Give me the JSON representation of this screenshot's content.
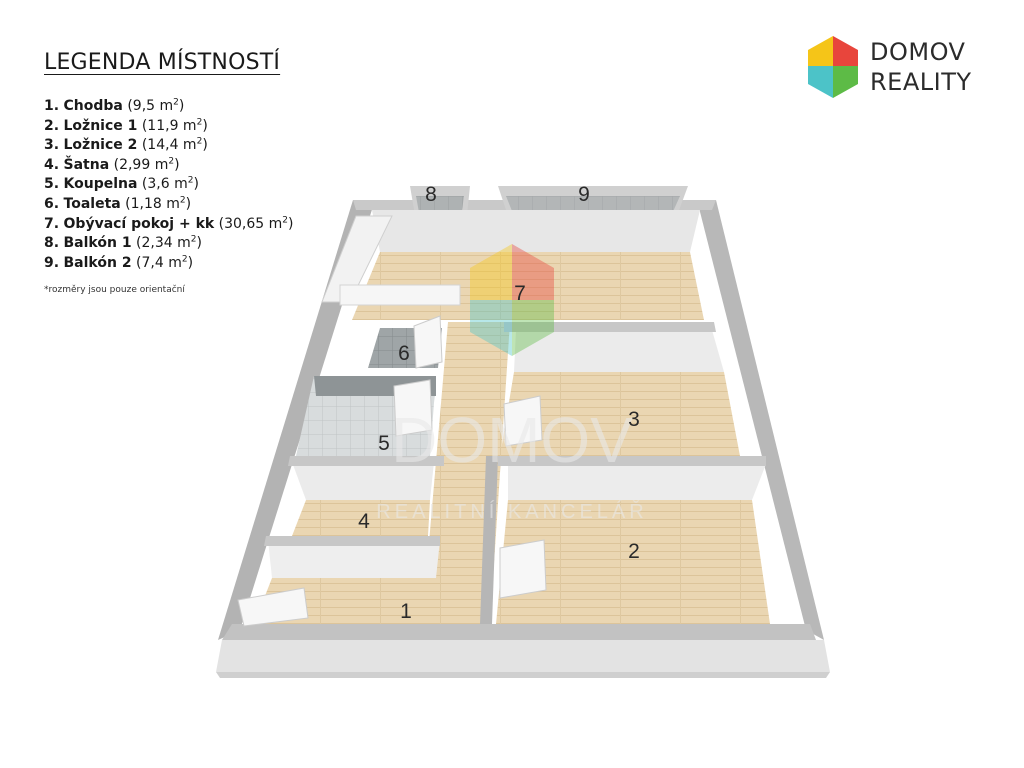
{
  "legend": {
    "title": "LEGENDA MÍSTNOSTÍ",
    "rooms": [
      {
        "index": "1.",
        "name": "Chodba",
        "area": "(9,5 m",
        "unit_sup": "2",
        "close": ")"
      },
      {
        "index": "2.",
        "name": "Ložnice 1",
        "area": "(11,9 m",
        "unit_sup": "2",
        "close": ")"
      },
      {
        "index": "3.",
        "name": "Ložnice 2",
        "area": "(14,4 m",
        "unit_sup": "2",
        "close": ")"
      },
      {
        "index": "4.",
        "name": "Šatna",
        "area": "(2,99 m",
        "unit_sup": "2",
        "close": ")"
      },
      {
        "index": "5.",
        "name": "Koupelna",
        "area": "(3,6 m",
        "unit_sup": "2",
        "close": ")"
      },
      {
        "index": "6.",
        "name": "Toaleta",
        "area": "(1,18 m",
        "unit_sup": "2",
        "close": ")"
      },
      {
        "index": "7.",
        "name": "Obývací pokoj + kk",
        "area": "(30,65 m",
        "unit_sup": "2",
        "close": ")"
      },
      {
        "index": "8.",
        "name": "Balkón 1",
        "area": "(2,34 m",
        "unit_sup": "2",
        "close": ")"
      },
      {
        "index": "9.",
        "name": "Balkón 2",
        "area": "(7,4 m",
        "unit_sup": "2",
        "close": ")"
      }
    ],
    "note": "*rozměry jsou pouze orientační"
  },
  "logo": {
    "line1": "DOMOV",
    "line2": "REALITY",
    "colors": {
      "top_left": "#f5c518",
      "top_right": "#e8453c",
      "bottom_left": "#4cc3c8",
      "bottom_right": "#5dbb46"
    }
  },
  "plan": {
    "room_labels": [
      "1",
      "2",
      "3",
      "4",
      "5",
      "6",
      "7"
    ],
    "balcony_labels": [
      "8",
      "9"
    ],
    "watermark": {
      "main": "DOMOV",
      "sub": "REALITNÍ KANCELÁŘ"
    },
    "colors": {
      "wall": "#d9d9d9",
      "wall_dark": "#a7a7a7",
      "floor_wood": "#e9d3ad",
      "tile": "#cfd3d4",
      "base": "#e4e4e4"
    }
  }
}
